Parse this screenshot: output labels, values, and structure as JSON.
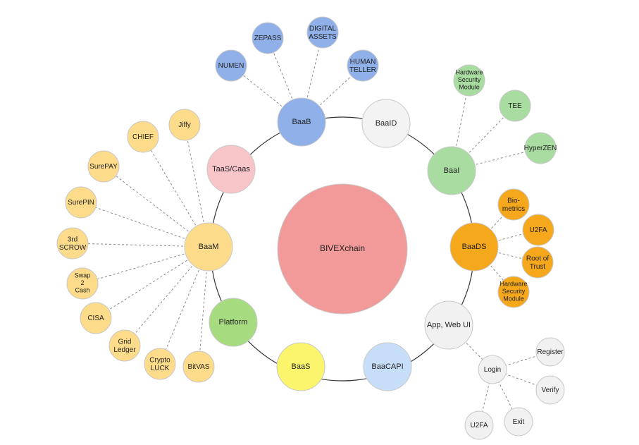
{
  "center": {
    "label": "BIVEXchain",
    "color": "#f29a9a"
  },
  "ring": [
    {
      "key": "baab",
      "label": "BaaB",
      "color": "#8fb0e8"
    },
    {
      "key": "baaid",
      "label": "BaaID",
      "color": "#f3f3f3"
    },
    {
      "key": "baai",
      "label": "BaaI",
      "color": "#a8dca0"
    },
    {
      "key": "baads",
      "label": "BaaDS",
      "color": "#f6a81c"
    },
    {
      "key": "app",
      "label": "App, Web UI",
      "color": "#f1f1f1"
    },
    {
      "key": "baacapi",
      "label": "BaaCAPI",
      "color": "#c7def8"
    },
    {
      "key": "baas",
      "label": "BaaS",
      "color": "#fbf56d"
    },
    {
      "key": "platform",
      "label": "Platform",
      "color": "#a6db7f"
    },
    {
      "key": "baam",
      "label": "BaaM",
      "color": "#fcdc8a"
    },
    {
      "key": "taas",
      "label": "TaaS/Caas",
      "color": "#f8c5c8"
    }
  ],
  "satellites": {
    "baab": {
      "color": "#8fb0e8",
      "items": [
        "NUMEN",
        "ZEPASS",
        "DIGITAL\nASSETS",
        "HUMAN\nTELLER"
      ]
    },
    "baai": {
      "color": "#a8dca0",
      "items": [
        "Hardware\nSecurity\nModule",
        "TEE",
        "HyperZEN"
      ]
    },
    "baads": {
      "color": "#f6a81c",
      "items": [
        "Bio-\nmetrics",
        "U2FA",
        "Root of\nTrust",
        "Hardware\nSecurity\nModule"
      ]
    },
    "baam": {
      "color": "#fcdc8a",
      "items": [
        "Jiffy",
        "CHIEF",
        "SurePAY",
        "SurePIN",
        "3rd\nSCROW",
        "Swap\n2\nCash",
        "CISA",
        "Grid\nLedger",
        "Crypto\nLUCK",
        "BitVAS"
      ]
    },
    "app": {
      "color": "#f1f1f1",
      "items": [
        "Login"
      ]
    },
    "login": {
      "color": "#f1f1f1",
      "items": [
        "Register",
        "Verify",
        "Exit",
        "U2FA"
      ]
    }
  }
}
